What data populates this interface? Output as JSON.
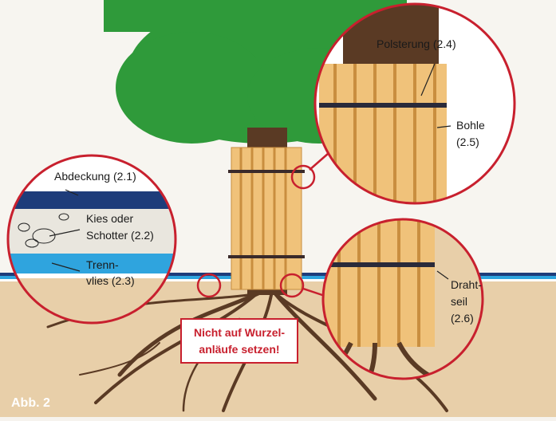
{
  "labels": {
    "abdeckung": "Abdeckung (2.1)",
    "kies_line1": "Kies oder",
    "kies_line2": "Schotter (2.2)",
    "trenn_line1": "Trenn-",
    "trenn_line2": "vlies (2.3)",
    "polsterung": "Polsterung (2.4)",
    "bohle_line1": "Bohle",
    "bohle_line2": "(2.5)",
    "draht_line1": "Draht-",
    "draht_line2": "seil",
    "draht_line3": "(2.6)",
    "warning_line1": "Nicht auf Wurzel-",
    "warning_line2": "anläufe setzen!",
    "figure_caption": "Abb. 2"
  },
  "colors": {
    "tree_crown": "#2f9a3a",
    "trunk": "#5a3a24",
    "plank": "#f0c27a",
    "soil": "#e6cda8",
    "accent_red": "#c8202e",
    "water_blue": "#2fa4de",
    "dark_blue": "#1e3c7a"
  }
}
